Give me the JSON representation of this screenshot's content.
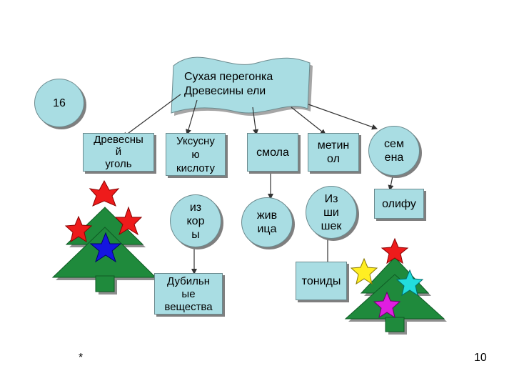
{
  "slide": {
    "title_banner": "Сухая перегонка\nДревесины ели",
    "number_badge": "16",
    "footer_star": "*",
    "page_number": "10"
  },
  "nodes": {
    "charcoal": "Древесны\nй\nуголь",
    "acetic_acid": "Уксусну\nю\nкислоту",
    "resin": "смола",
    "methanol": "метин\nол",
    "seeds": "сем\nена",
    "from_bark": "из\nкор\nы",
    "gum": "жив\nица",
    "from_cones": "Из\nши\nшек",
    "drying_oil": "олифу",
    "tannins": "Дубильн\nые\nвещества",
    "tonids": "тониды"
  },
  "colors": {
    "box_fill": "#a9dde3",
    "tree_green": "#1f8a3c",
    "tree_trunk": "#1f8a3c"
  }
}
